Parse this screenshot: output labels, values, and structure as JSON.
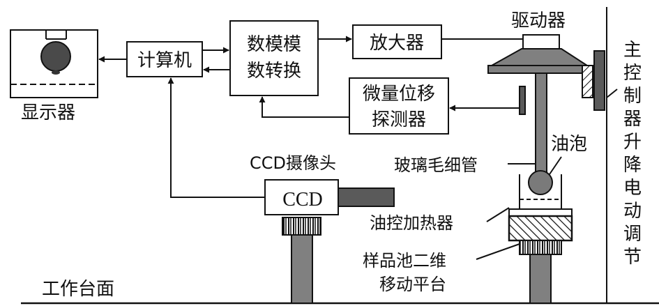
{
  "labels": {
    "display": "显示器",
    "computer": "计算机",
    "dac_line1": "数模模",
    "dac_line2": "数转换",
    "amplifier": "放大器",
    "driver": "驱动器",
    "probe_line1": "微量位移",
    "probe_line2": "探测器",
    "ccd_camera": "CCD摄像头",
    "ccd": "CCD",
    "capillary": "玻璃毛细管",
    "oil_bubble": "油泡",
    "heater": "油控加热器",
    "stage_line1": "样品池二维",
    "stage_line2": "移动平台",
    "worktable": "工作台面",
    "vertical_control": [
      "主",
      "控",
      "制",
      "器",
      "升",
      "降",
      "电",
      "动",
      "调",
      "节"
    ]
  },
  "colors": {
    "line": "#111111",
    "gray": "#808080",
    "dark_gray": "#5a5a5a"
  }
}
